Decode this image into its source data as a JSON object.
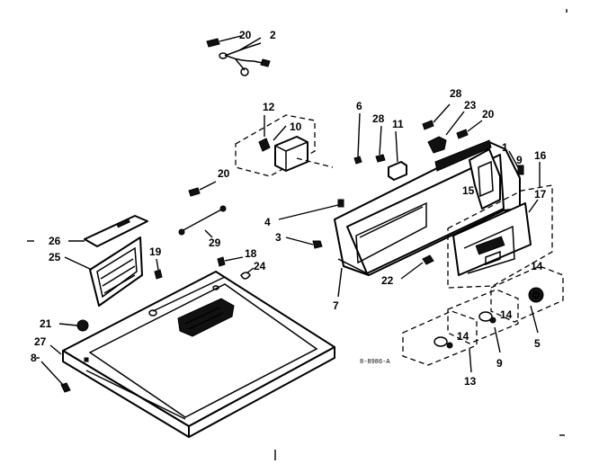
{
  "diagram": {
    "callouts": {
      "c20a": "20",
      "c2": "2",
      "c12": "12",
      "c10": "10",
      "c6": "6",
      "c28a": "28",
      "c11": "11",
      "c28b": "28",
      "c23": "23",
      "c20b": "20",
      "c1": "1",
      "c9a": "9",
      "c16": "16",
      "c17": "17",
      "c15": "15",
      "c20c": "20",
      "c4": "4",
      "c3": "3",
      "c29": "29",
      "c26": "26",
      "c25": "25",
      "c19": "19",
      "c18": "18",
      "c24": "24",
      "c22": "22",
      "c7": "7",
      "c14a": "14",
      "c14b": "14",
      "c14c": "14",
      "c5": "5",
      "c9b": "9",
      "c13": "13",
      "c21": "21",
      "c27": "27",
      "c8": "8"
    },
    "reference_code": "8-8986-A",
    "colors": {
      "ink": "#000000",
      "paper": "#ffffff"
    }
  }
}
